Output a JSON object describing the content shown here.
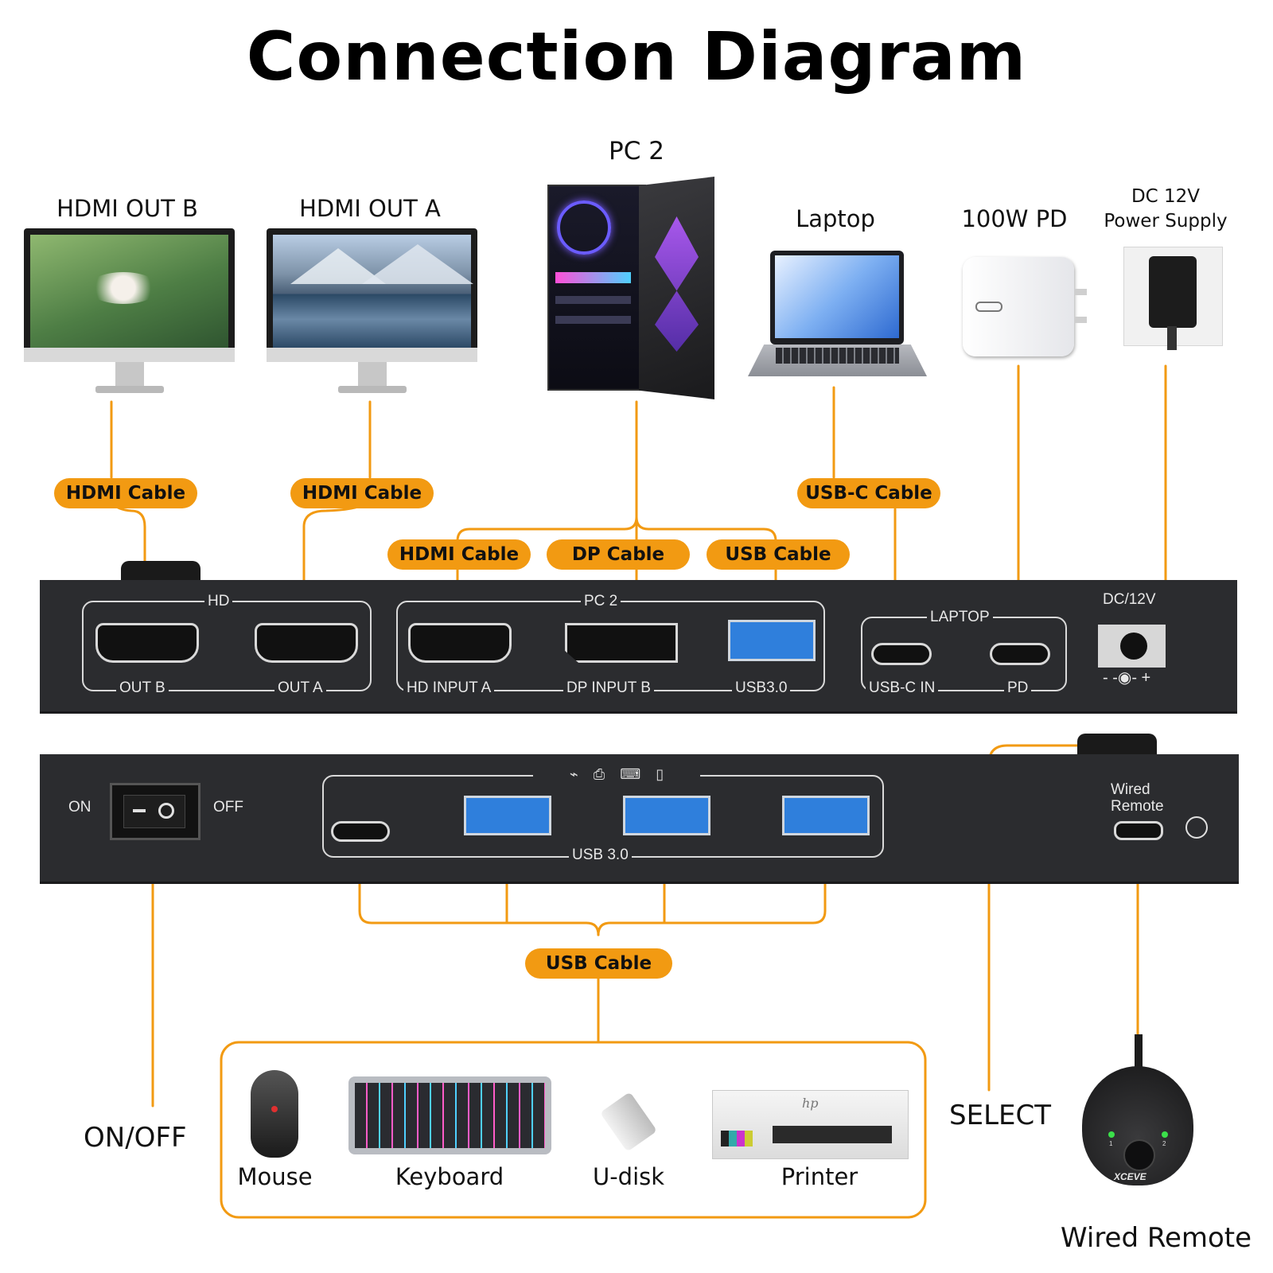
{
  "title": "Connection Diagram",
  "devices": {
    "hdmi_out_b": "HDMI OUT B",
    "hdmi_out_a": "HDMI OUT A",
    "pc2": "PC 2",
    "laptop": "Laptop",
    "pd": "100W PD",
    "dc_line1": "DC 12V",
    "dc_line2": "Power Supply"
  },
  "cables": {
    "hdmi_b": "HDMI Cable",
    "hdmi_a": "HDMI Cable",
    "usbc": "USB-C Cable",
    "pc_hdmi": "HDMI Cable",
    "pc_dp": "DP Cable",
    "pc_usb": "USB Cable",
    "usb_bottom": "USB Cable"
  },
  "back_panel": {
    "group_hd": "HD",
    "out_b": "OUT B",
    "out_a": "OUT A",
    "group_pc2": "PC 2",
    "hd_input_a": "HD INPUT A",
    "dp_input_b": "DP INPUT B",
    "usb30": "USB3.0",
    "group_laptop": "LAPTOP",
    "usbc_in": "USB-C IN",
    "pd": "PD",
    "dc12": "DC/12V",
    "polarity": "-  -◉-  +"
  },
  "front_panel": {
    "on": "ON",
    "off": "OFF",
    "usb30": "USB 3.0",
    "wired_line1": "Wired",
    "wired_line2": "Remote"
  },
  "bottom": {
    "onoff": "ON/OFF",
    "select": "SELECT",
    "wired_remote": "Wired Remote",
    "mouse": "Mouse",
    "keyboard": "Keyboard",
    "udisk": "U-disk",
    "printer": "Printer",
    "printer_brand": "hp",
    "remote_brand": "XCEVE",
    "remote_led1": "1",
    "remote_led2": "2"
  },
  "colors": {
    "accent": "#f29a12",
    "panel": "#2b2c2f",
    "usb_blue": "#2f7fdc"
  }
}
